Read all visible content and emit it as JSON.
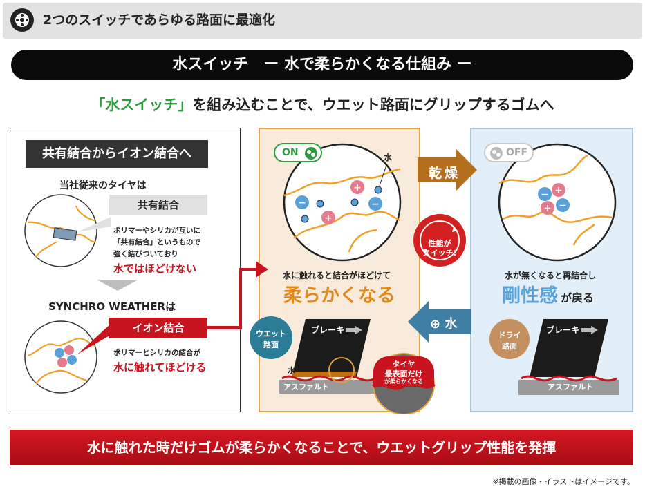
{
  "header": {
    "title": "2つのスイッチであらゆる路面に最適化"
  },
  "banner": {
    "title": "水スイッチ　ー 水で柔らかくなる仕組み ー"
  },
  "subtitle": {
    "highlight": "「水スイッチ」",
    "rest": "を組み込むことで、ウエット路面にグリップするゴムへ"
  },
  "left_panel": {
    "label": "共有結合からイオン結合へ",
    "conventional": "当社従来のタイヤは",
    "covalent_tag": "共有結合",
    "covalent_desc": [
      "ポリマーやシリカが互いに",
      "「共有結合」というもので",
      "強く結びついており"
    ],
    "covalent_emph": "水ではほどけない",
    "synchro": "SYNCHRO WEATHERは",
    "ionic_tag": "イオン結合",
    "ionic_desc": "ポリマーとシリカの結合が",
    "ionic_emph": "水に触れてほどける"
  },
  "mid_panel": {
    "on_badge": "ON",
    "water_label": "水",
    "caption": "水に触れると結合がほどけて",
    "emph": "柔らかくなる",
    "wet_badge": [
      "ウエット",
      "路面"
    ],
    "brake": "ブレーキ",
    "water_small": "水",
    "asphalt": "アスファルト",
    "zoom_title": "タイヤ",
    "zoom_line2": "最表面だけ",
    "zoom_line3": "が柔らかくなる"
  },
  "center": {
    "dry_arrow": "乾燥",
    "switch_line1": "性能が",
    "switch_line2": "スイッチ!",
    "water_arrow": "⊕ 水"
  },
  "right_panel": {
    "off_badge": "OFF",
    "caption": "水が無くなると再結合し",
    "emph": "剛性感",
    "emph_rest": "が戻る",
    "dry_badge": [
      "ドライ",
      "路面"
    ],
    "brake": "ブレーキ",
    "asphalt": "アスファルト"
  },
  "bottom_bar": {
    "text": "水に触れた時だけゴムが柔らかくなることで、ウエットグリップ性能を発揮"
  },
  "footnote": {
    "text": "※掲載の画像・イラストはイメージです。"
  },
  "colors": {
    "red": "#c8141e",
    "green": "#2e9b3f",
    "orange": "#e3a44a",
    "blue": "#5aa2d6",
    "pink": "#e57c8e",
    "dark": "#0b0b0b"
  }
}
